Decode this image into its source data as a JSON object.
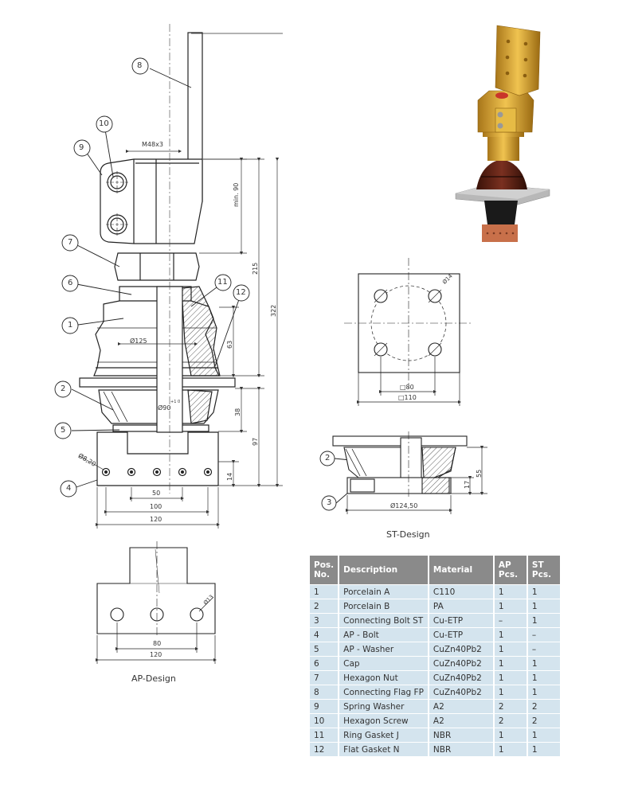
{
  "balloons": [
    "1",
    "2",
    "3",
    "4",
    "5",
    "6",
    "7",
    "8",
    "9",
    "10",
    "11",
    "12"
  ],
  "dimensions": {
    "thread": "M48x3",
    "min90": "min. 90",
    "d215": "215",
    "d322": "322",
    "d63": "63",
    "d38": "38",
    "d97": "97",
    "d14": "14",
    "d50": "50",
    "d100": "100",
    "d120": "120",
    "dia125": "Ø125",
    "dia90": "Ø90",
    "dia90_tol": "+1 0",
    "hole_ap": "Ø8,20",
    "sq80": "□80",
    "sq110": "□110",
    "hole_st": "Ø14",
    "dia124": "Ø124,50",
    "st17": "17",
    "st55": "55",
    "ap_hole": "Ø13",
    "ap80": "80",
    "ap120": "120"
  },
  "captions": {
    "st_design": "ST-Design",
    "ap_design": "AP-Design"
  },
  "table": {
    "headers": [
      "Pos. No.",
      "Description",
      "Material",
      "AP Pcs.",
      "ST Pcs."
    ],
    "rows": [
      [
        "1",
        "Porcelain A",
        "C110",
        "1",
        "1"
      ],
      [
        "2",
        "Porcelain B",
        "PA",
        "1",
        "1"
      ],
      [
        "3",
        "Connecting Bolt ST",
        "Cu-ETP",
        "–",
        "1"
      ],
      [
        "4",
        "AP - Bolt",
        "Cu-ETP",
        "1",
        "–"
      ],
      [
        "5",
        "AP - Washer",
        "CuZn40Pb2",
        "1",
        "–"
      ],
      [
        "6",
        "Cap",
        "CuZn40Pb2",
        "1",
        "1"
      ],
      [
        "7",
        "Hexagon Nut",
        "CuZn40Pb2",
        "1",
        "1"
      ],
      [
        "8",
        "Connecting Flag FP",
        "CuZn40Pb2",
        "1",
        "1"
      ],
      [
        "9",
        "Spring  Washer",
        "A2",
        "2",
        "2"
      ],
      [
        "10",
        "Hexagon Screw",
        "A2",
        "2",
        "2"
      ],
      [
        "11",
        "Ring Gasket J",
        "NBR",
        "1",
        "1"
      ],
      [
        "12",
        "Flat Gasket N",
        "NBR",
        "1",
        "1"
      ]
    ]
  },
  "colors": {
    "line": "#222222",
    "header_bg": "#8a8a8a",
    "row_bg": "#d4e4ee",
    "brass": "#d9a521",
    "porcelain": "#5a1f12",
    "copper": "#c8704a"
  }
}
